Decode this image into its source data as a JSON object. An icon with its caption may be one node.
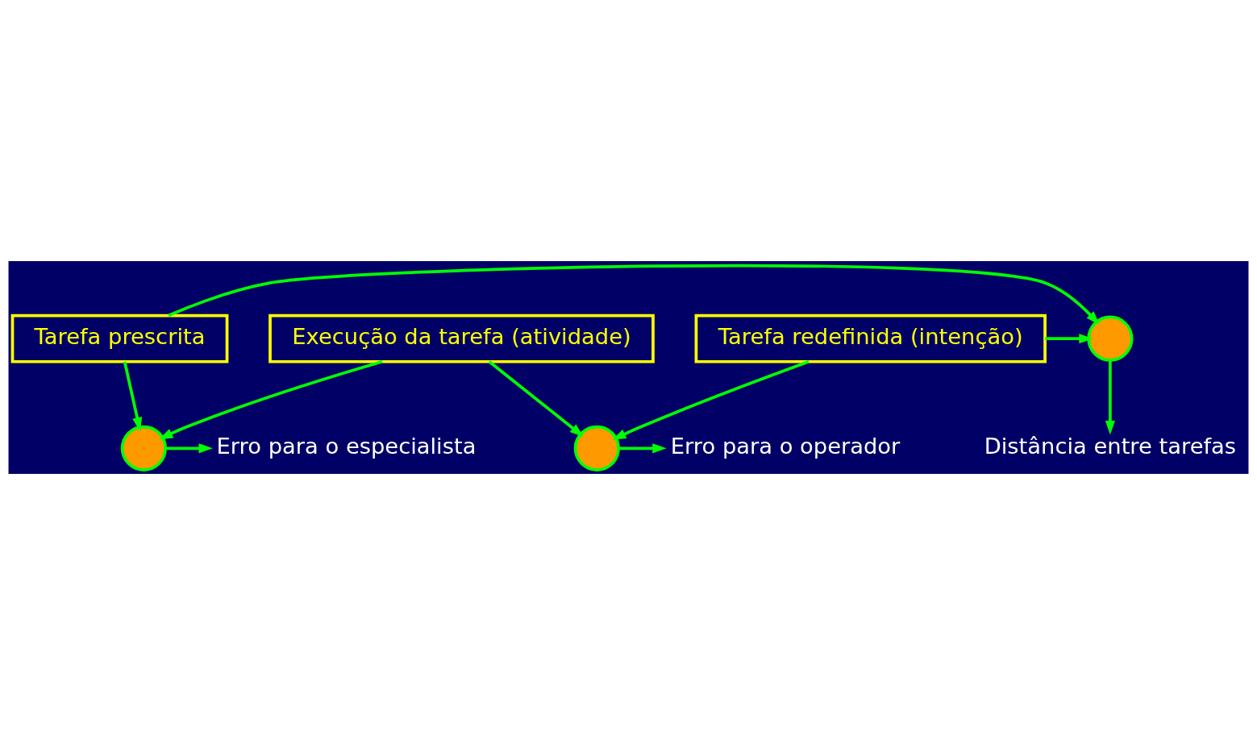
{
  "diagram": {
    "nodes": [
      {
        "text": [
          "Distância entre tarefas"
        ]
      },
      {
        "text": [
          "Tarefa prescrita"
        ]
      },
      {
        "text": [],
        "shape": "circle"
      },
      {
        "text": [
          "Tarefa redefinida (intenção)"
        ]
      },
      {
        "text": [
          "Erro para o especialista"
        ]
      },
      {
        "text": [],
        "shape": "circle"
      },
      {
        "text": [],
        "shape": "circle"
      },
      {
        "text": [
          "Erro para o operador"
        ]
      },
      {
        "text": [
          "Execução da tarefa (atividade)"
        ]
      }
    ],
    "edges": [
      {
        "from": 1,
        "to": 2,
        "arrow": "to"
      },
      {
        "from": 3,
        "to": 2,
        "arrow": "to"
      },
      {
        "from": 2,
        "to": 0,
        "arrow": "to"
      },
      {
        "from": 1,
        "to": 5,
        "arrow": "to"
      },
      {
        "from": 5,
        "to": 4,
        "arrow": "to"
      },
      {
        "from": 8,
        "to": 5,
        "arrow": "to"
      },
      {
        "from": 3,
        "to": 6,
        "arrow": "to"
      },
      {
        "from": 6,
        "to": 7,
        "arrow": "to"
      },
      {
        "from": 8,
        "to": 6,
        "arrow": "to"
      }
    ]
  }
}
